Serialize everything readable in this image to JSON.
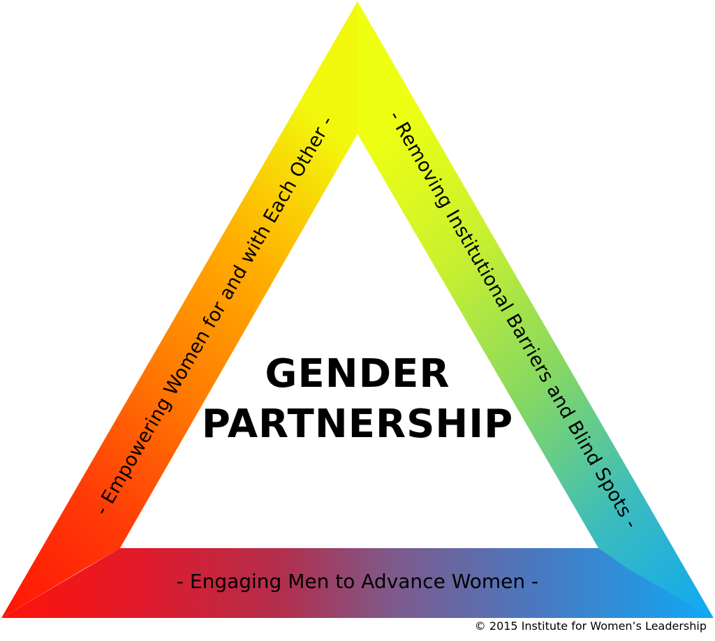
{
  "diagram": {
    "title_line1": "GENDER",
    "title_line2": "PARTNERSHIP",
    "sides": {
      "left": "- Empowering Women for and with Each Other -",
      "right": "- Removing Institutional Barriers and Blind Spots -",
      "bottom": "- Engaging Men to Advance Women -"
    },
    "copyright": "© 2015 Institute for Women’s Leadership",
    "colors": {
      "red": "#ff1a0a",
      "orange": "#ff7a00",
      "yellow": "#eeff12",
      "green": "#8ed85a",
      "teal": "#3cc0b8",
      "blue": "#14a8f0",
      "purple": "#7e5a8e",
      "crimson": "#d0203a"
    }
  }
}
